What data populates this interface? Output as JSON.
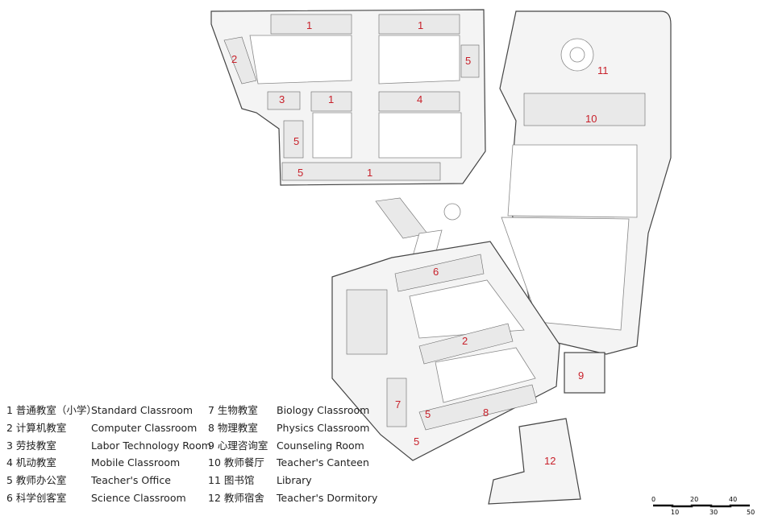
{
  "plan": {
    "room_labels": [
      "1",
      "1",
      "2",
      "5",
      "3",
      "1",
      "4",
      "5",
      "5",
      "1",
      "11",
      "10",
      "6",
      "2",
      "7",
      "5",
      "8",
      "5",
      "9",
      "12"
    ]
  },
  "legend": {
    "left": [
      {
        "cn": "1 普通教室（小学）",
        "en": "Standard Classroom"
      },
      {
        "cn": "2 计算机教室",
        "en": "Computer Classroom"
      },
      {
        "cn": "3 劳技教室",
        "en": "Labor Technology Room"
      },
      {
        "cn": "4 机动教室",
        "en": "Mobile Classroom"
      },
      {
        "cn": "5 教师办公室",
        "en": "Teacher's Office"
      },
      {
        "cn": "6 科学创客室",
        "en": "Science Classroom"
      }
    ],
    "right": [
      {
        "cn": "7 生物教室",
        "en": "Biology Classroom"
      },
      {
        "cn": "8 物理教室",
        "en": "Physics Classroom"
      },
      {
        "cn": "9 心理咨询室",
        "en": "Counseling Room"
      },
      {
        "cn": "10 教师餐厅",
        "en": "Teacher's Canteen"
      },
      {
        "cn": "11 图书馆",
        "en": "Library"
      },
      {
        "cn": "12 教师宿舍",
        "en": "Teacher's Dormitory"
      }
    ]
  },
  "scale_bar": {
    "ticks": [
      "0",
      "10",
      "20",
      "30",
      "40",
      "50"
    ]
  }
}
